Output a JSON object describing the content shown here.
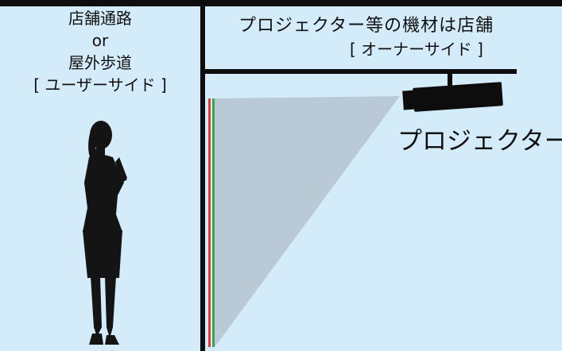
{
  "user_side": {
    "line1": "店舗通路",
    "line2": "or",
    "line3": "屋外歩道",
    "line4": "[ ユーザーサイド ]"
  },
  "owner_side": {
    "line1": "プロジェクター等の機材は店舗",
    "line2": "[ オーナーサイド ]"
  },
  "projector_label": "プロジェクター",
  "colors": {
    "background": "#d4ecf9",
    "lines": "#0d0d0d",
    "beam": "#b6c6d2",
    "screen_red": "#e23a3a",
    "screen_green": "#3aa84a"
  }
}
